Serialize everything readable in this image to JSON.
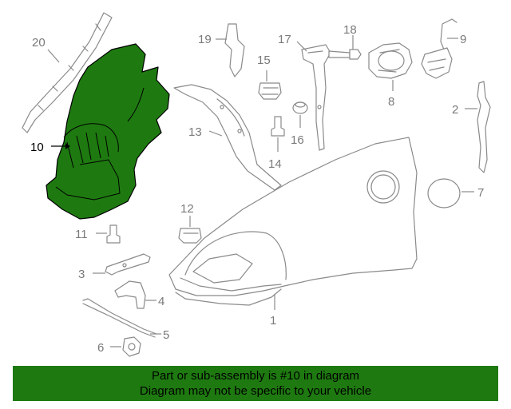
{
  "colors": {
    "highlight": "#1e7a10",
    "part_line": "#8a8a8a",
    "callout": "#7a7a7a"
  },
  "selected_part": "10",
  "callouts": {
    "c1": "1",
    "c2": "2",
    "c3": "3",
    "c4": "4",
    "c5": "5",
    "c6": "6",
    "c7": "7",
    "c8": "8",
    "c9": "9",
    "c10": "10",
    "c11": "11",
    "c12": "12",
    "c13": "13",
    "c14": "14",
    "c15": "15",
    "c16": "16",
    "c17": "17",
    "c18": "18",
    "c19": "19",
    "c20": "20"
  },
  "banner": {
    "line1": "Part or sub-assembly is #10 in diagram",
    "line2": "Diagram may not be specific to your vehicle"
  }
}
